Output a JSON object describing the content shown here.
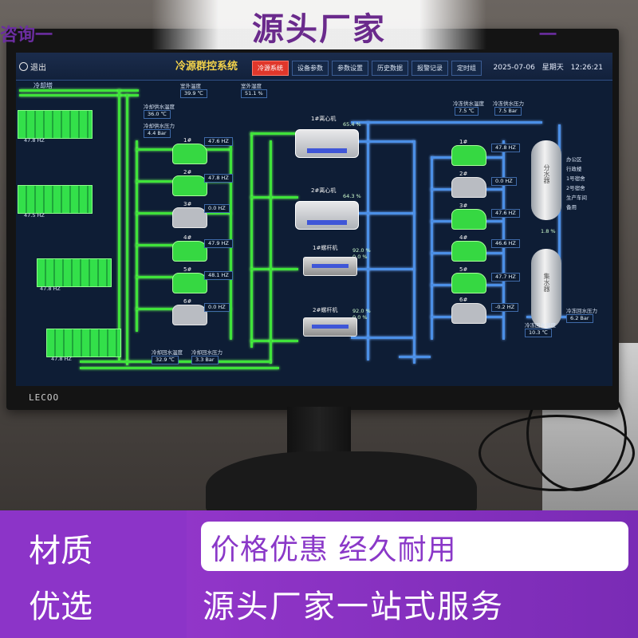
{
  "banner": {
    "top_title": "源头厂家",
    "top_left_fragment": "咨询一",
    "top_right_fragment": "一",
    "left_block_line1": "材质",
    "left_block_line2": "优选",
    "slogan": "价格优惠  经久耐用",
    "service": "源头厂家一站式服务"
  },
  "monitor": {
    "brand": "LECOO"
  },
  "scada": {
    "exit_label": "退出",
    "system_title": "冷源群控系统",
    "tabs": [
      {
        "label": "冷源系统",
        "active": true
      },
      {
        "label": "设备参数",
        "active": false
      },
      {
        "label": "参数设置",
        "active": false
      },
      {
        "label": "历史数据",
        "active": false
      },
      {
        "label": "报警记录",
        "active": false
      },
      {
        "label": "定时组",
        "active": false
      }
    ],
    "date": "2025-07-06",
    "weekday": "星期天",
    "time": "12:26:21",
    "cooling_tower_label": "冷却塔",
    "outdoor_temp_label": "室外温度",
    "outdoor_temp": "39.9 ℃",
    "outdoor_humidity_label": "室外湿度",
    "outdoor_humidity": "51.1 %",
    "cw_out_temp_label": "冷却供水温度",
    "cw_out_temp": "36.0 ℃",
    "cw_out_press_label": "冷却供水压力",
    "cw_out_press": "4.4 Bar",
    "cw_ret_temp_label": "冷却回水温度",
    "cw_ret_temp": "32.9 ℃",
    "cw_ret_press_label": "冷却回水压力",
    "cw_ret_press": "3.3 Bar",
    "chw_out_temp_label": "冷冻供水温度",
    "chw_out_temp": "7.5 ℃",
    "chw_out_press_label": "冷冻供水压力",
    "chw_out_press": "7.5 Bar",
    "chw_ret_temp": "10.3 ℃",
    "chw_ret_press": "6.2 Bar",
    "chw_ret_temp_label": "冷冻回水温度",
    "chw_ret_press_label": "冷冻回水压力",
    "tower_freqs": [
      "47.8 HZ",
      "47.5 HZ",
      "47.8 HZ",
      "47.8 HZ"
    ],
    "cooling_pumps": [
      {
        "name": "1#",
        "freq": "47.6 HZ",
        "running": true
      },
      {
        "name": "2#",
        "freq": "47.8 HZ",
        "running": true
      },
      {
        "name": "3#",
        "freq": "0.0 HZ",
        "running": false
      },
      {
        "name": "4#",
        "freq": "47.9 HZ",
        "running": true
      },
      {
        "name": "5#",
        "freq": "48.1 HZ",
        "running": true
      },
      {
        "name": "6#",
        "freq": "0.0 HZ",
        "running": false
      }
    ],
    "chillers": [
      {
        "name": "1#离心机",
        "load": "65.4 %"
      },
      {
        "name": "2#离心机",
        "load": "64.3 %"
      },
      {
        "name": "1#螺杆机",
        "load": "92.0 %",
        "load2": "0.0 %"
      },
      {
        "name": "2#螺杆机",
        "load": "92.0 %",
        "load2": "0.0 %"
      }
    ],
    "chilled_pumps": [
      {
        "name": "1#",
        "freq": "47.8 HZ",
        "running": true
      },
      {
        "name": "2#",
        "freq": "0.0 HZ",
        "running": false
      },
      {
        "name": "3#",
        "freq": "47.6 HZ",
        "running": true
      },
      {
        "name": "4#",
        "freq": "46.6 HZ",
        "running": true
      },
      {
        "name": "5#",
        "freq": "47.7 HZ",
        "running": true
      },
      {
        "name": "6#",
        "freq": "-0.2 HZ",
        "running": false
      }
    ],
    "supply_header": "分水器",
    "return_header": "集水器",
    "bypass_value": "1.8 %",
    "branch_labels": [
      "办公区",
      "行政楼",
      "1号宿舍",
      "2号宿舍",
      "生产车间",
      "备用"
    ]
  }
}
